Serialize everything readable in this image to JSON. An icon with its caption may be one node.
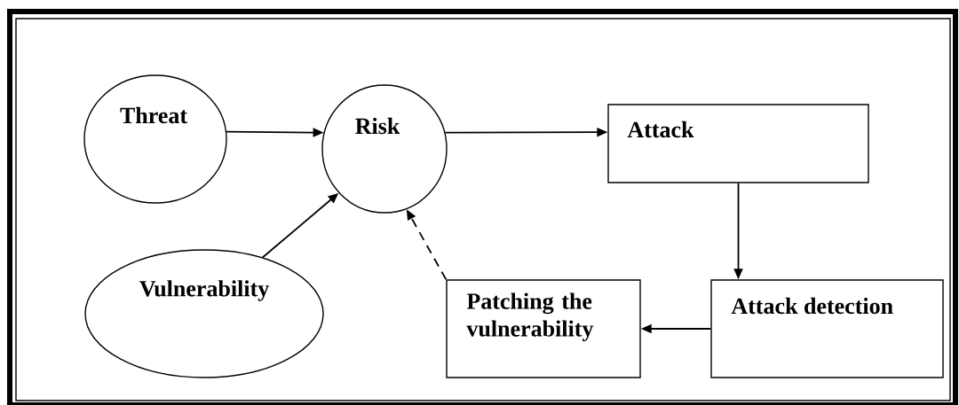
{
  "diagram": {
    "nodes": [
      {
        "text": [
          "Threat"
        ]
      },
      {
        "text": [
          "Risk"
        ]
      },
      {
        "text": [
          "Attack"
        ]
      },
      {
        "text": [
          "Vulnerability"
        ]
      },
      {
        "text": [
          "Patching the vulnerability"
        ]
      },
      {
        "text": [
          "Attack detection"
        ]
      }
    ],
    "edges": [
      {
        "from": 0,
        "to": 1,
        "arrow": "to"
      },
      {
        "from": 3,
        "to": 1,
        "arrow": "to"
      },
      {
        "from": 1,
        "to": 2,
        "arrow": "to"
      },
      {
        "from": 2,
        "to": 5,
        "arrow": "to"
      },
      {
        "from": 5,
        "to": 4,
        "arrow": "to"
      },
      {
        "from": 4,
        "to": 1,
        "arrow": "to",
        "style": "dashed"
      }
    ]
  }
}
